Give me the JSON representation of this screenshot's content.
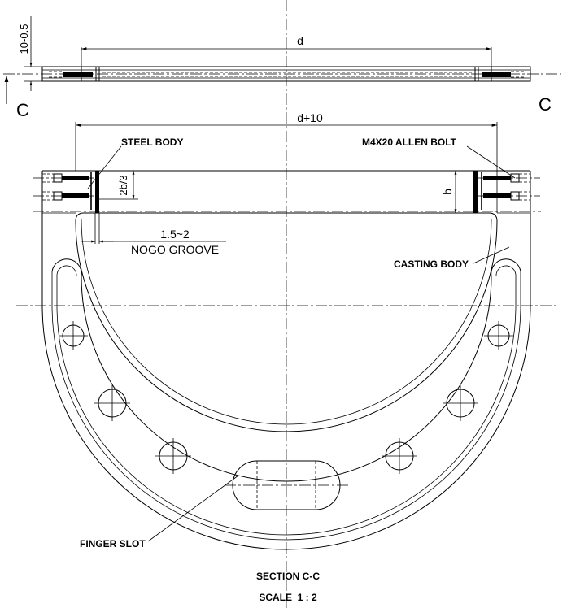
{
  "dimensions": {
    "d": "d",
    "d_plus_10": "d+10",
    "thickness": "10-0.5",
    "two_b_over_3": "2b/3",
    "b": "b",
    "groove_value": "1.5~2",
    "groove_name": "NOGO GROOVE"
  },
  "section_marks": {
    "left": "C",
    "right": "C"
  },
  "labels": {
    "steel_body": "STEEL BODY",
    "allen_bolt": "M4X20 ALLEN BOLT",
    "casting_body": "CASTING BODY",
    "finger_slot": "FINGER SLOT"
  },
  "caption": {
    "section": "SECTION C-C",
    "scale": "SCALE  1 : 2"
  }
}
